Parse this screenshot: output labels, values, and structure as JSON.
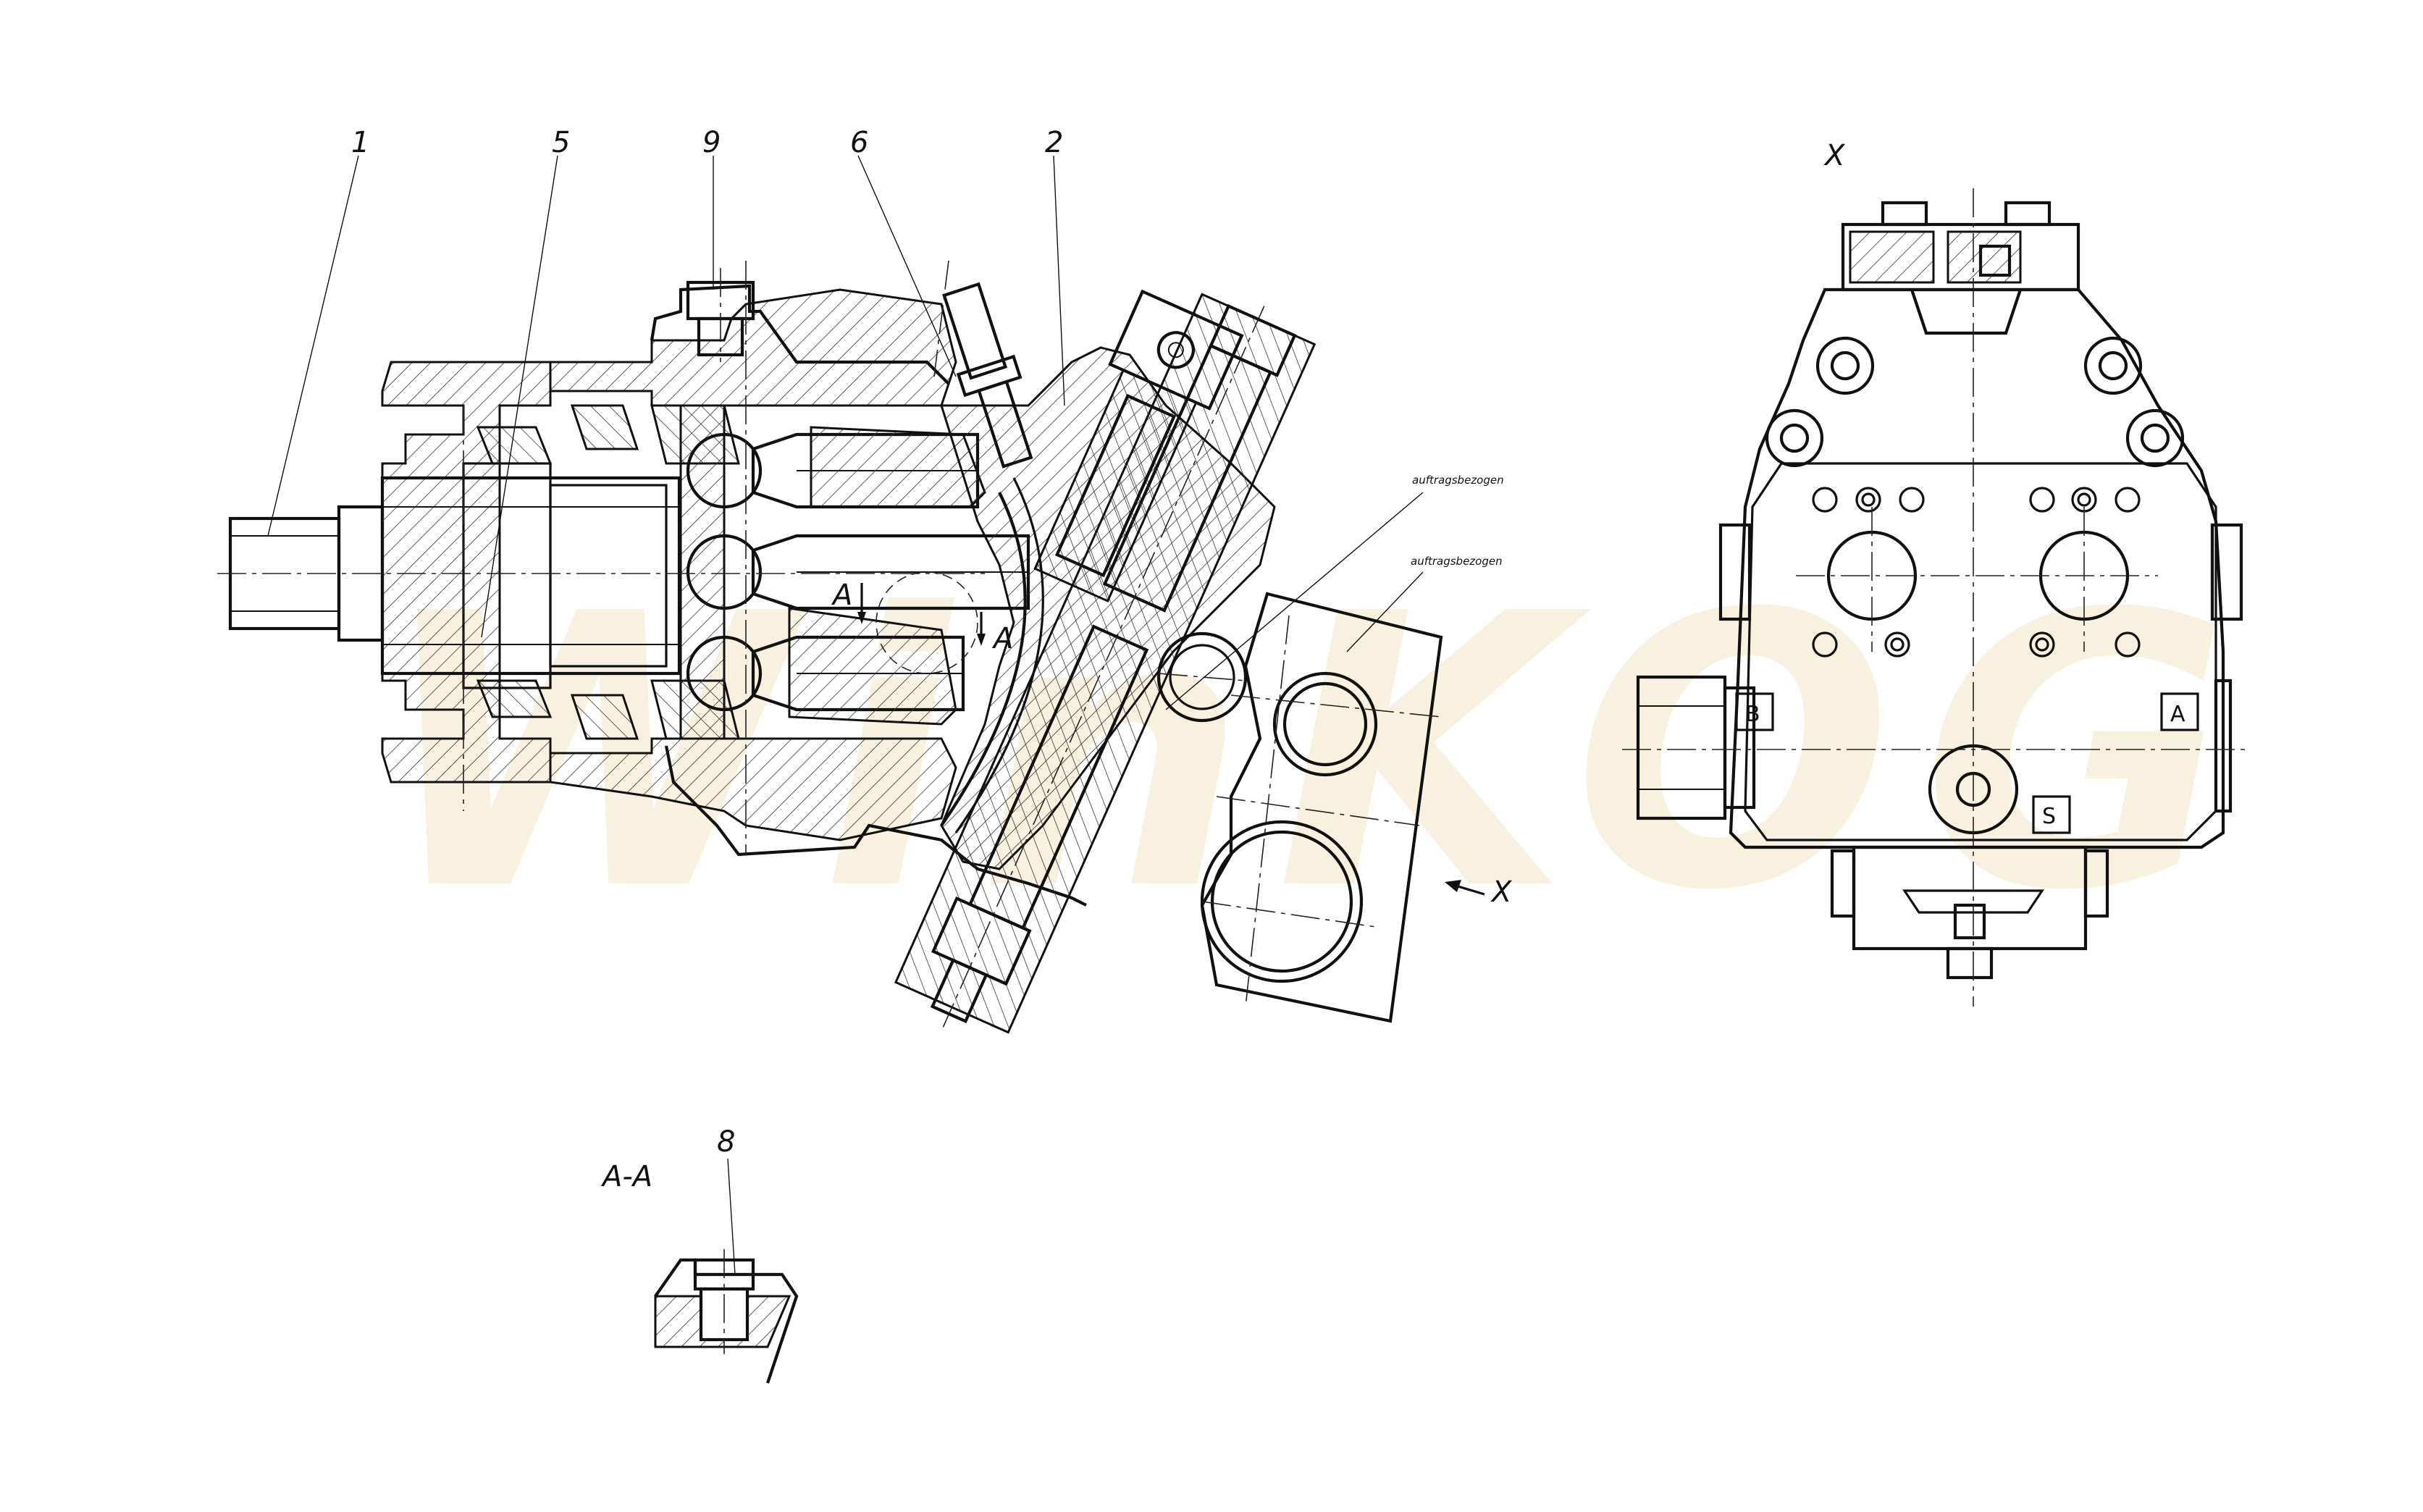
{
  "watermark": "WinKOG",
  "callouts": {
    "c1": "1",
    "c5": "5",
    "c9": "9",
    "c6": "6",
    "c2": "2",
    "c8": "8"
  },
  "annotations": {
    "auftrag1": "auftragsbezogen",
    "auftrag2": "auftragsbezogen",
    "section_marker_left": "A",
    "section_marker_right": "A",
    "view_arrow_label": "X",
    "view_title": "X",
    "section_title": "A-A"
  },
  "ports": {
    "port_b": "B",
    "port_a": "A",
    "port_s": "S"
  }
}
